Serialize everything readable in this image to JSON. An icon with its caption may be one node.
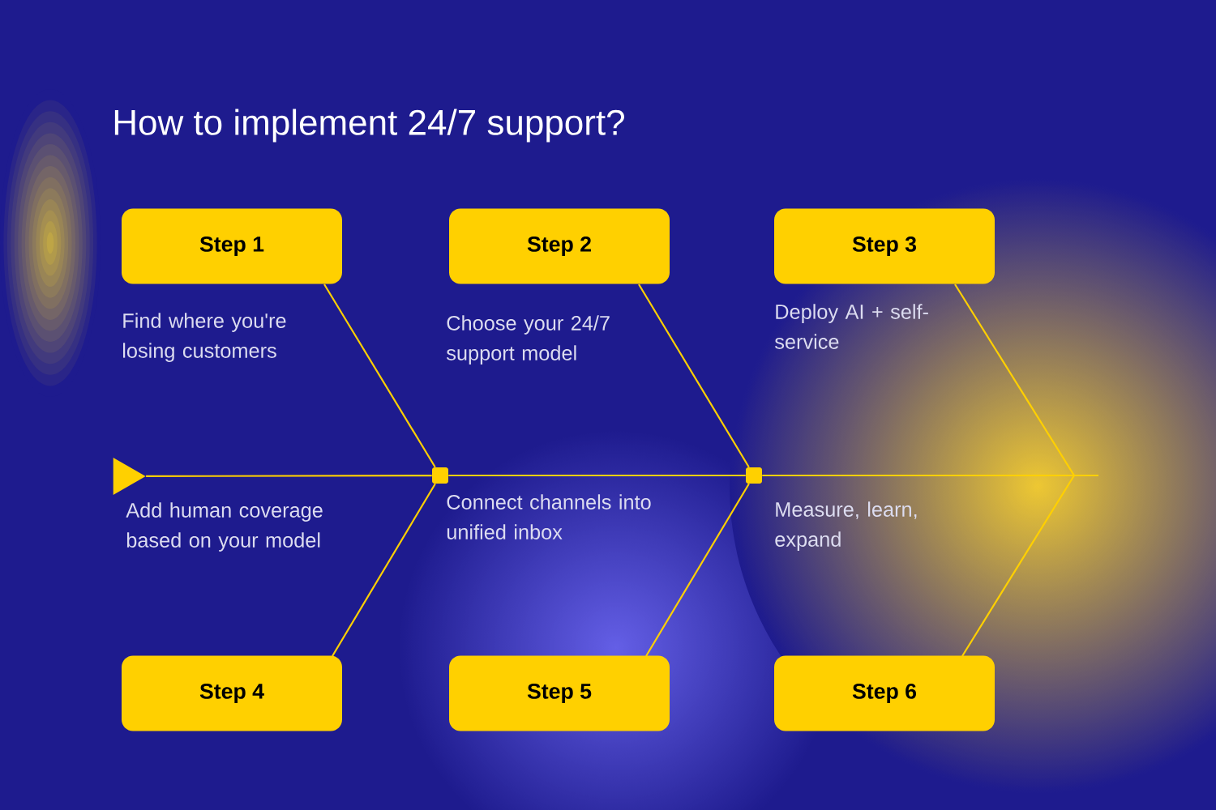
{
  "diagram": {
    "title": "How to implement 24/7 support?",
    "nodes": [
      {
        "text": [
          "Step 1"
        ],
        "beside": [
          "Find where you're losing customers"
        ]
      },
      {
        "text": [
          "Step 2"
        ],
        "beside": [
          "Choose your 24/7 support model"
        ]
      },
      {
        "text": [
          "Step 3"
        ],
        "beside": [
          "Deploy AI + self-service"
        ]
      },
      {
        "text": [
          "Step 4"
        ]
      },
      {
        "text": [
          "Step 5"
        ]
      },
      {
        "text": [
          "Step 6"
        ]
      },
      {
        "text": [],
        "shape": "triangle"
      },
      {
        "text": [],
        "shape": "box"
      },
      {
        "text": [],
        "shape": "box"
      }
    ],
    "edges": [
      {
        "from": 0,
        "to": 7,
        "arrow": "none"
      },
      {
        "from": 3,
        "to": 7,
        "arrow": "none"
      },
      {
        "from": 1,
        "to": 8,
        "arrow": "none"
      },
      {
        "from": 4,
        "to": 8,
        "arrow": "none"
      },
      {
        "from": 2,
        "to": null,
        "arrow": "none"
      },
      {
        "from": 5,
        "to": null,
        "arrow": "none"
      },
      {
        "from": 6,
        "to": 7,
        "arrow": "none"
      },
      {
        "from": 7,
        "to": 8,
        "arrow": "none"
      },
      {
        "from": 8,
        "to": null,
        "arrow": "none"
      }
    ],
    "labels": [
      "Add human coverage based on your model",
      "Connect channels into unified inbox",
      "Measure, learn, expand"
    ]
  }
}
